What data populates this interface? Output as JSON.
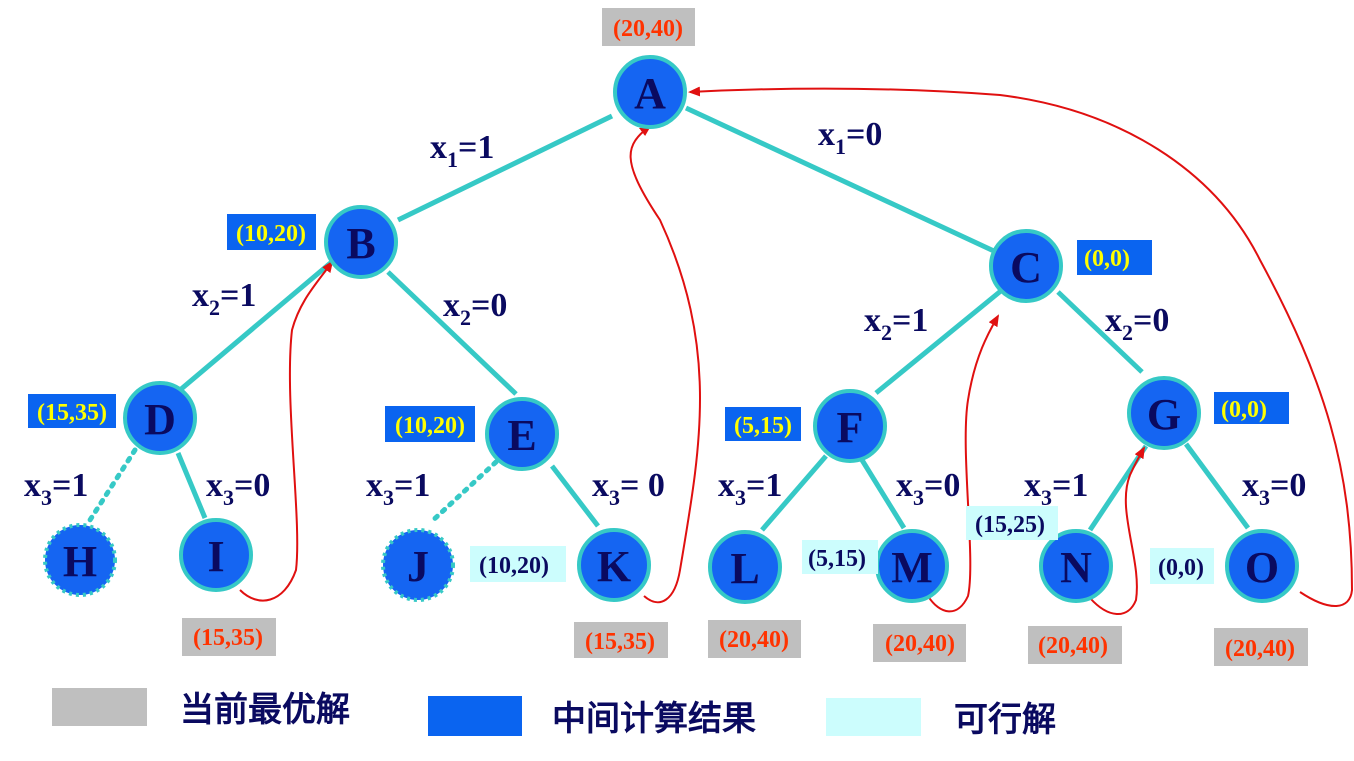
{
  "colors": {
    "edge": "#36c9c6",
    "node_fill": "#1565f2",
    "node_stroke": "#36c9c6",
    "current_best": "#bfbfbf",
    "intermediate": "#0a64f0",
    "feasible": "#ccfdfd",
    "arrow": "#e01010",
    "text_dark": "#0a0a60",
    "text_red": "#ff3300",
    "text_yellow": "#ffff00"
  },
  "nodes": {
    "A": "A",
    "B": "B",
    "C": "C",
    "D": "D",
    "E": "E",
    "F": "F",
    "G": "G",
    "H": "H",
    "I": "I",
    "J": "J",
    "K": "K",
    "L": "L",
    "M": "M",
    "N": "N",
    "O": "O"
  },
  "edges": {
    "AB": {
      "var": "x",
      "sub": "1",
      "val": "=1"
    },
    "AC": {
      "var": "x",
      "sub": "1",
      "val": "=0"
    },
    "BD": {
      "var": "x",
      "sub": "2",
      "val": "=1"
    },
    "BE": {
      "var": "x",
      "sub": "2",
      "val": "=0"
    },
    "CF": {
      "var": "x",
      "sub": "2",
      "val": "=1"
    },
    "CG": {
      "var": "x",
      "sub": "2",
      "val": "=0"
    },
    "DH": {
      "var": "x",
      "sub": "3",
      "val": "=1"
    },
    "DI": {
      "var": "x",
      "sub": "3",
      "val": "=0"
    },
    "EJ": {
      "var": "x",
      "sub": "3",
      "val": "=1"
    },
    "EK": {
      "var": "x",
      "sub": "3",
      "val": "= 0"
    },
    "FL": {
      "var": "x",
      "sub": "3",
      "val": "=1"
    },
    "FM": {
      "var": "x",
      "sub": "3",
      "val": "=0"
    },
    "GN": {
      "var": "x",
      "sub": "3",
      "val": "=1"
    },
    "GO": {
      "var": "x",
      "sub": "3",
      "val": "=0"
    }
  },
  "tags": {
    "A": "(20,40)",
    "B": "(10,20)",
    "C": "(0,0)",
    "D": "(15,35)",
    "E": "(10,20)",
    "F": "(5,15)",
    "G": "(0,0)",
    "I": "(15,35)",
    "K_feasible": "(10,20)",
    "K": "(15,35)",
    "L": "(20,40)",
    "M_feasible": "(5,15)",
    "M": "(20,40)",
    "N_feasible": "(15,25)",
    "N": "(20,40)",
    "O_feasible": "(0,0)",
    "O": "(20,40)"
  },
  "legend": {
    "current_best": "当前最优解",
    "intermediate": "中间计算结果",
    "feasible": "可行解"
  }
}
